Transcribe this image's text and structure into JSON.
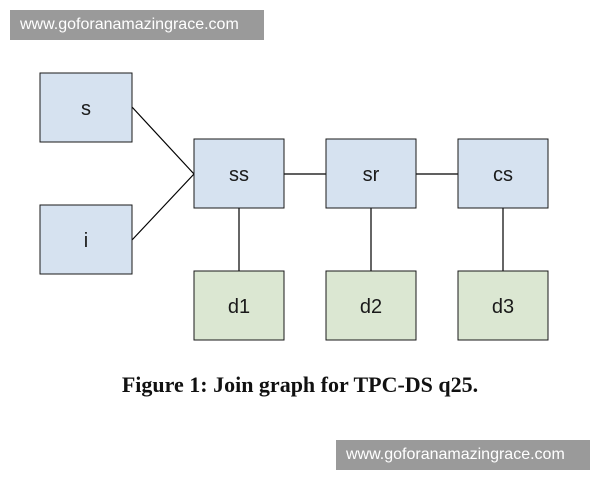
{
  "watermark": {
    "top": "www.goforanamazingrace.com",
    "bottom": "www.goforanamazingrace.com"
  },
  "diagram": {
    "caption": "Figure 1: Join graph for TPC-DS q25.",
    "nodes": [
      {
        "id": "s",
        "label": "s",
        "color": "#d6e2f0"
      },
      {
        "id": "i",
        "label": "i",
        "color": "#d6e2f0"
      },
      {
        "id": "ss",
        "label": "ss",
        "color": "#d6e2f0"
      },
      {
        "id": "sr",
        "label": "sr",
        "color": "#d6e2f0"
      },
      {
        "id": "cs",
        "label": "cs",
        "color": "#d6e2f0"
      },
      {
        "id": "d1",
        "label": "d1",
        "color": "#dbe7d2"
      },
      {
        "id": "d2",
        "label": "d2",
        "color": "#dbe7d2"
      },
      {
        "id": "d3",
        "label": "d3",
        "color": "#dbe7d2"
      }
    ],
    "edges": [
      {
        "from": "s",
        "to": "ss"
      },
      {
        "from": "i",
        "to": "ss"
      },
      {
        "from": "ss",
        "to": "sr"
      },
      {
        "from": "sr",
        "to": "cs"
      },
      {
        "from": "ss",
        "to": "d1"
      },
      {
        "from": "sr",
        "to": "d2"
      },
      {
        "from": "cs",
        "to": "d3"
      }
    ]
  }
}
